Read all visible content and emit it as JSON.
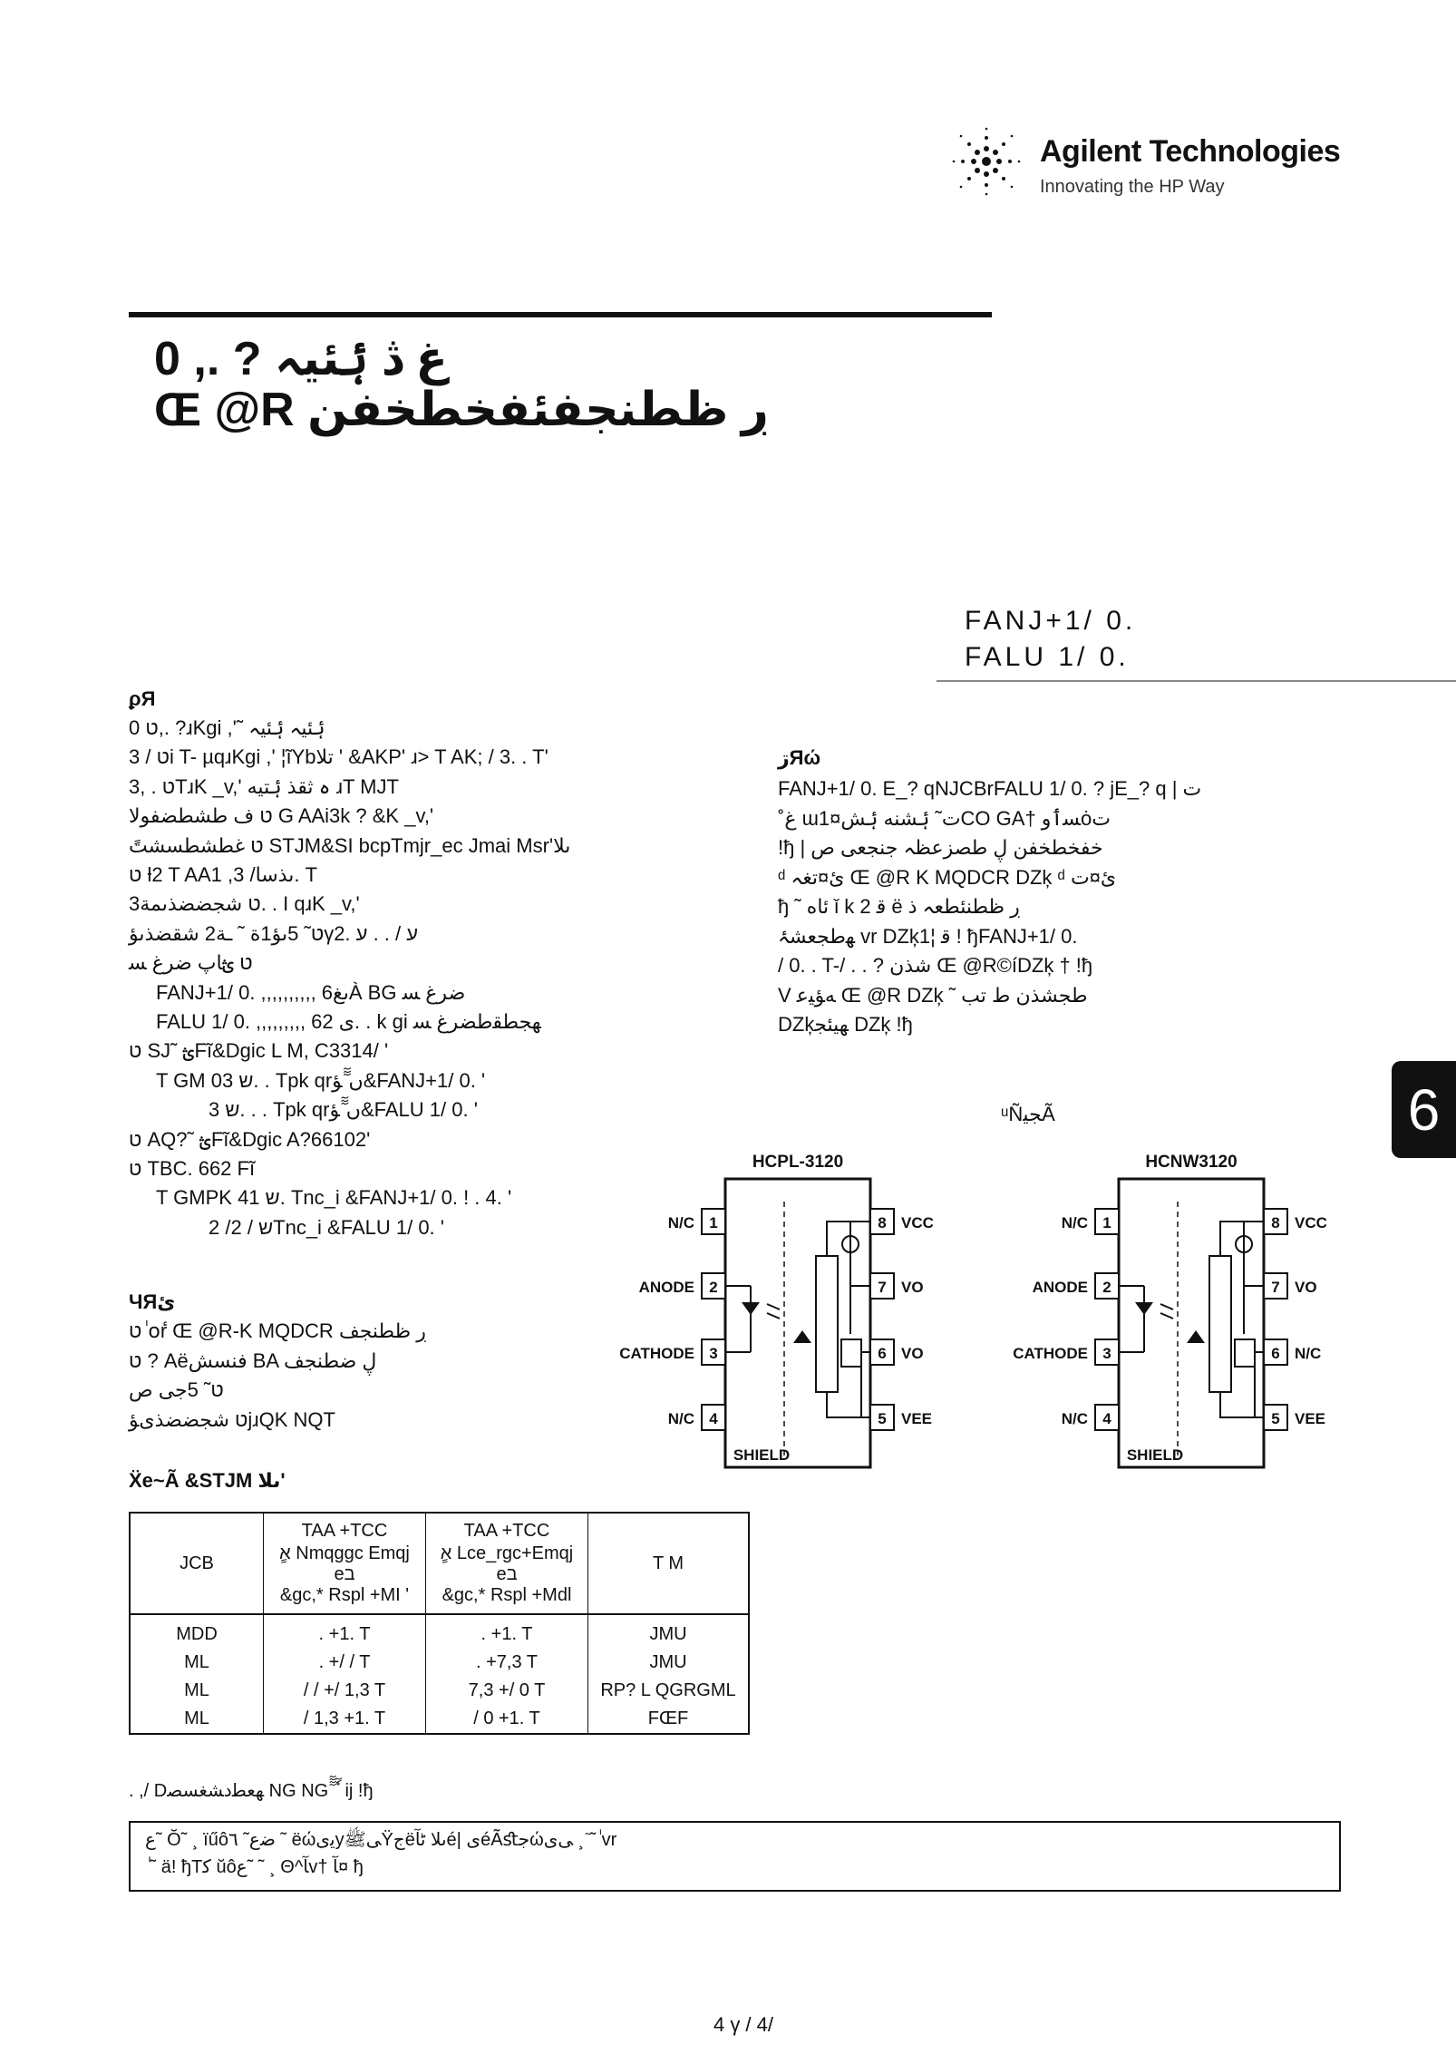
{
  "header": {
    "brand": "Agilent Technologies",
    "tagline": "Innovating the HP Way"
  },
  "title": {
    "line1": "0 ,. ? غ ڎ ۂئيہ",
    "line2": "Œ @R ڔ ظطنجفئفخطخفن"
  },
  "parts": {
    "p1": "FANJ+1/ 0.",
    "p2": "FALU 1/ 0."
  },
  "side_tab": "6",
  "features": {
    "heading": "ϼЯ",
    "items": [
      {
        "text": "ט 0,. ?ɹKgi ,'˜ ۂئيہ ۂئيہ",
        "indent": 0
      },
      {
        "text": "ט / 3i T- µqɹKgi ,' ¦ĩYbتلا ' &AKP' ɹ> T AK; / 3. . T'",
        "indent": 0
      },
      {
        "text": "ט . ,3TɹK _v,' ہ ثقذ ۂتيه ɹT MJT",
        "indent": 0
      },
      {
        "text": "ט ف طشطضفولا G AAi3k ? &K _v,'",
        "indent": 0
      },
      {
        "text": "ט غطشطسشتً STJM&SI bcpTmjr_ec Jmai Msr'ىلا",
        "indent": 0
      },
      {
        "text": "ט ƚ2 T AAىذسا/ 3, 1. T",
        "indent": 0
      },
      {
        "text": "ט شجضضذىمة3. . I qɹK _v,'",
        "indent": 0
      },
      {
        "text": "ט˜ 5ىؤ1ة ˜ ـة2 شقضذىؤγ2. ע / . . ע",
        "indent": 0
      },
      {
        "text": "ט ؿﺎپ ضرغ ﺴ",
        "indent": 0
      },
      {
        "text": "FANJ+1/ 0. ,,,,,,,,,, 6ىغÀ BG ضرغ ﺴ",
        "indent": 1
      },
      {
        "text": "FALU 1/ 0. ,,,,,,,,, 6ى 2. . k gi ﮭﺠﻄﻘطضرغ ﺴ",
        "indent": 1
      },
      {
        "text": "ט SJ˜ ؿFĩ&Dgic L M, C3314/ '",
        "indent": 0
      },
      {
        "text": "T GM ש 03. . Tpk qrں ٓٓٓﺆ&FANJ+1/ 0. '",
        "indent": 1
      },
      {
        "text": "ש 3. . . Tpk qrں ٓٓٓﺆ&FALU 1/ 0. '",
        "indent": 2
      },
      {
        "text": "ט AQ?˜ ؿFĩ&Dgic A?66102'",
        "indent": 0
      },
      {
        "text": "ט TBC. 662 Fĩ",
        "indent": 0
      },
      {
        "text": "T GMPK ש 41. Tnc_i &FANJ+1/ 0. ! . 4. '",
        "indent": 1
      },
      {
        "text": "ש / 2/ 2Tnc_i &FALU 1/ 0. '",
        "indent": 2
      }
    ]
  },
  "applications": {
    "heading": "ЧЯئ",
    "items": [
      "ט ٰoٔr Œ @R-K MQDCR ڔ ظطنجف",
      "ט ? Aëفنسش BA ڸ ضطنجف",
      "ט˜ 5جى ص",
      "ט شجضضذىﺆjɹQK NQT"
    ]
  },
  "description": {
    "heading": "ڗЯώ",
    "lines": [
      "FANJ+1/ 0. E_? qNJCBrFALU 1/ 0. ? jE_? q | ت",
      "˚غ ɯ1¤ت˜ ۂشنه ۂشCO GA† ﺴٲٔوȯت",
      "!ђ | خفخطخفن ڸ طصزعظہ جنجعى ص",
      "ᵈ ئ¤تغہ Œ @R K MQDCR DZķ ᵈ ئ¤ت",
      "ђ ˜ ﺋﺎه ǐ k ﻗ 2 ë ڔ ظطنئطعہ ﺫ",
      "ﮭطجعشۂ vr DZķﻗ ¦1 ! ђFANJ+1/ 0.",
      "/ 0. . T-/ . . ? شذن Œ @R©íDZķ † !ђ",
      "V ﻪﺆﻴﻋ Œ @R DZķ ˜ طجشذن ط ﺗﺐ",
      "DZķﮭﻴﺌﺠ DZķ !ђ"
    ]
  },
  "schematic": {
    "title": "ᵘÑﺠﻴÃ",
    "devices": [
      {
        "name": "HCPL-3120",
        "left_pins": [
          {
            "num": "1",
            "label": "N/C"
          },
          {
            "num": "2",
            "label": "ANODE"
          },
          {
            "num": "3",
            "label": "CATHODE"
          },
          {
            "num": "4",
            "label": "N/C"
          }
        ],
        "right_pins": [
          {
            "num": "8",
            "label": "VCC"
          },
          {
            "num": "7",
            "label": "VO"
          },
          {
            "num": "6",
            "label": "VO"
          },
          {
            "num": "5",
            "label": "VEE"
          }
        ],
        "shield": "SHIELD"
      },
      {
        "name": "HCNW3120",
        "left_pins": [
          {
            "num": "1",
            "label": "N/C"
          },
          {
            "num": "2",
            "label": "ANODE"
          },
          {
            "num": "3",
            "label": "CATHODE"
          },
          {
            "num": "4",
            "label": "N/C"
          }
        ],
        "right_pins": [
          {
            "num": "8",
            "label": "VCC"
          },
          {
            "num": "7",
            "label": "VO"
          },
          {
            "num": "6",
            "label": "N/C"
          },
          {
            "num": "5",
            "label": "VEE"
          }
        ],
        "shield": "SHIELD"
      }
    ]
  },
  "truth_table": {
    "heading": "Ẍe~Ã &STJM ىلا'",
    "headers": [
      {
        "line1": "",
        "line2": "JCB",
        "line3": ""
      },
      {
        "line1": "TAA +TCC",
        "line2": "ٍא Nmqggc Emqj eב",
        "line3": "&gc,* Rspl +MI '"
      },
      {
        "line1": "TAA +TCC",
        "line2": "ٍא Lce_rgc+Emqj eב",
        "line3": "&gc,* Rspl +Mdl"
      },
      {
        "line1": "",
        "line2": "T M",
        "line3": ""
      }
    ],
    "rows": [
      [
        "MDD",
        ". +1. T",
        ". +1. T",
        "JMU"
      ],
      [
        "ML",
        ". +/ / T",
        ". +7,3 T",
        "JMU"
      ],
      [
        "ML",
        "/ / +/ 1,3 T",
        "7,3 +/ 0 T",
        "RP? L QGRGML"
      ],
      [
        "ML",
        "/ 1,3 +1. T",
        "/ 0 +1. T",
        "FŒF"
      ]
    ]
  },
  "notes": {
    "note1": ". ,/ Dﮭﻌﻄﺩﺸﻐﺴﺼ NG NG ٓٓٓٓ ٗٓ ij !ђ",
    "box_line1": "ﻉ˜ Ŏ˜ ¸ ïűôﺿﻉ˜ ٦ ˜ ëώﻳﻯyﻰﷺŸجëىلا ﮢﺎٓé| ىéÃﬆﺟώﻰﻯ ¸ ٓ˜ ٰvr",
    "box_line2": "ٰ ˜ ä! ђTﻛ ŭôﻉ˜ ˜ ¸ Θ^ﺎٓv† ﺎٓ¤ ђ"
  },
  "page_number": "4 γ / 4/"
}
